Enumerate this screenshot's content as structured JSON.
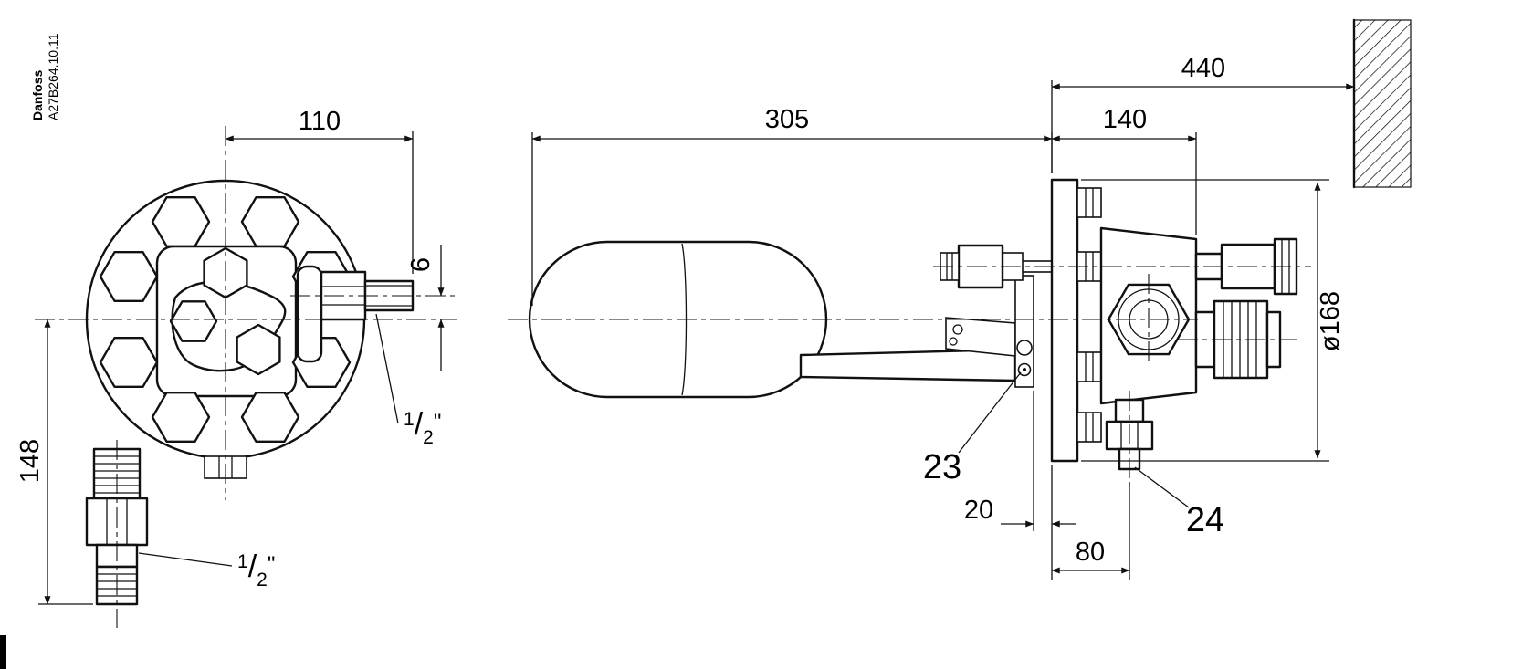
{
  "title_block": {
    "brand": "Danfoss",
    "drawing_number": "A27B264.10.11"
  },
  "front_view": {
    "dim_width_to_connection": "110",
    "dim_connection_offset": "6",
    "dim_height_to_drain": "148"
  },
  "thread_label": {
    "numerator": "1",
    "slash": "/",
    "denominator": "2",
    "inch_mark": "\""
  },
  "side_view": {
    "dim_wall_to_flange": "440",
    "dim_float_reach": "305",
    "dim_flange_to_body_end": "140",
    "dim_flange_diameter": "ø168",
    "dim_lever_gap": "20",
    "dim_flange_to_drain": "80",
    "callout_screw": "23",
    "callout_plug": "24"
  }
}
